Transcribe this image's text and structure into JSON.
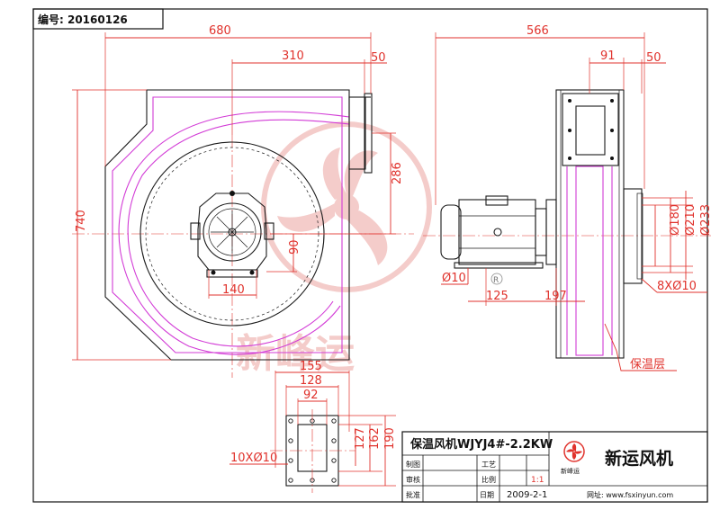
{
  "drawing_number": "编号: 20160126",
  "watermark_text": "新峰运",
  "dimensions": {
    "front_width": "680",
    "front_outlet_offset": "310",
    "front_outlet_width": "50",
    "front_height": "740",
    "front_outlet_height": "286",
    "motor_base_width": "140",
    "motor_base_height": "90",
    "side_width": "566",
    "side_outlet_offset": "91",
    "side_outlet_width": "50",
    "side_d180": "Ø180",
    "side_d210": "Ø210",
    "side_d233": "Ø233",
    "side_bolt_holes": "8XØ10",
    "motor_hole": "Ø10",
    "motor_offset": "125",
    "inlet_offset": "197",
    "insulation_label": "保温层",
    "flange_155": "155",
    "flange_128": "128",
    "flange_92": "92",
    "flange_holes": "10XØ10",
    "flange_127": "127",
    "flange_162": "162",
    "flange_190": "190"
  },
  "title_block": {
    "model": "保温风机WJYJ4#-2.2KW",
    "company": "新运风机",
    "logo_caption": "新峰运",
    "drawn_label": "制图",
    "checked_label": "审核",
    "approved_label": "批准",
    "process_label": "工艺",
    "scale_label": "比例",
    "scale_value": "1:1",
    "date_label": "日期",
    "date_value": "2009-2-1",
    "website": "网址: www.fsxinyun.com"
  },
  "colors": {
    "dimension": "#e0322c",
    "insulation": "#d23bd6",
    "outline": "#1a1a1a",
    "watermark": "#f0b7b4"
  }
}
